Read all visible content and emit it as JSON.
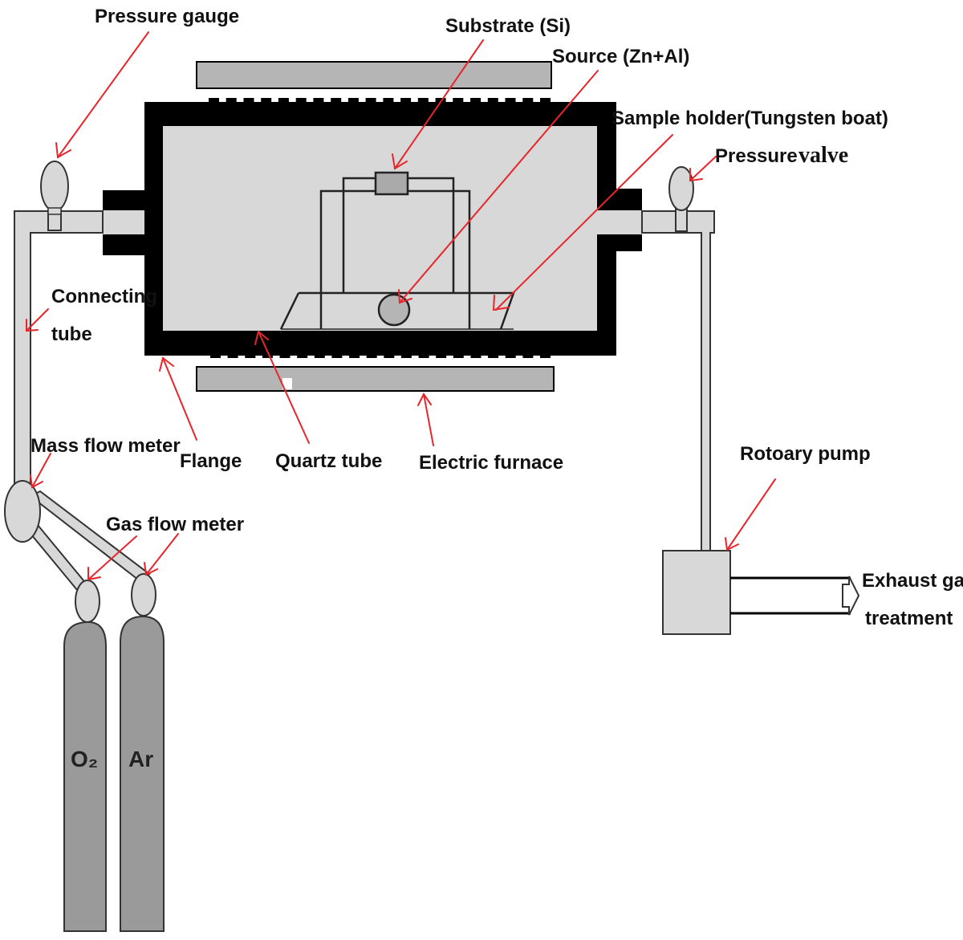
{
  "labels": {
    "pressure_gauge": "Pressure gauge",
    "substrate": "Substrate (Si)",
    "source": "Source (Zn+Al)",
    "sample_holder": "Sample holder(Tungsten boat)",
    "pressure": "Pressure",
    "valve": "valve",
    "connecting": "Connecting",
    "tube": "tube",
    "mass_flow_meter": "Mass flow meter",
    "flange": "Flange",
    "quartz_tube": "Quartz tube",
    "electric_furnace": "Electric furnace",
    "gas_flow_meter": "Gas flow meter",
    "rotary_pump": "Rotoary pump",
    "exhaust_line1": "Exhaust gas",
    "exhaust_line2": "treatment",
    "cylinder_o2": "O₂",
    "cylinder_ar": "Ar"
  },
  "colors": {
    "arrow": "#e8252b",
    "light_gray": "#d8d8d8",
    "mid_gray": "#b5b5b5",
    "cylinder": "#9a9a9a",
    "black": "#000000"
  }
}
